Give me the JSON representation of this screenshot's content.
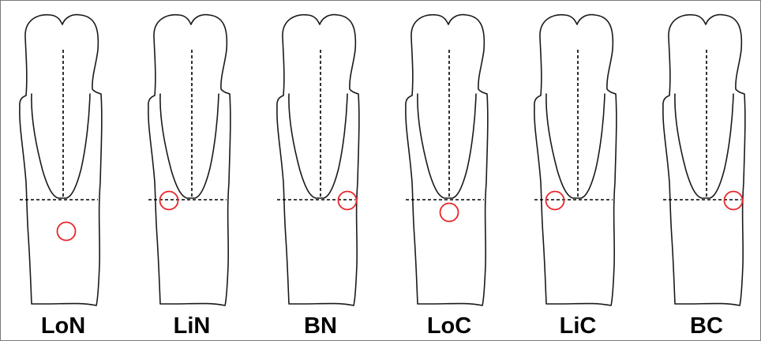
{
  "figure": {
    "marker_color": "#e8262a",
    "line_color": "#000000",
    "panels": [
      {
        "label": "LoN",
        "marker_site": "lower-center"
      },
      {
        "label": "LiN",
        "marker_site": "left-at-line"
      },
      {
        "label": "BN",
        "marker_site": "right-at-line"
      },
      {
        "label": "LoC",
        "marker_site": "center-below-line"
      },
      {
        "label": "LiC",
        "marker_site": "left-at-line"
      },
      {
        "label": "BC",
        "marker_site": "right-at-line"
      }
    ]
  }
}
